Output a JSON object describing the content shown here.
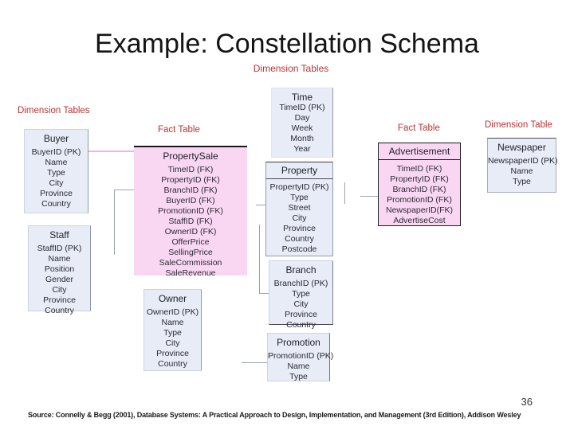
{
  "slide": {
    "title": "Example: Constellation Schema",
    "page_number": "36",
    "source": "Source: Connelly & Begg (2001), Database Systems: A Practical Approach to Design, Implementation, and Management (3rd Edition), Addison Wesley"
  },
  "labels": {
    "dimension_tables_top": "Dimension Tables",
    "dimension_tables_left": "Dimension Tables",
    "fact_table_left": "Fact Table",
    "fact_table_right": "Fact Table",
    "dimension_table_right": "Dimension Table"
  },
  "colors": {
    "dimension_fill": "#e7ecf6",
    "fact_fill": "#f9d7f3",
    "label_red": "#bb3333"
  },
  "tables": [
    {
      "id": "buyer",
      "kind": "dimension",
      "title": "Buyer",
      "fields": [
        "BuyerID (PK)",
        "Name",
        "Type",
        "City",
        "Province",
        "Country"
      ]
    },
    {
      "id": "staff",
      "kind": "dimension",
      "title": "Staff",
      "fields": [
        "StaffID (PK)",
        "Name",
        "Position",
        "Gender",
        "City",
        "Province",
        "Country"
      ]
    },
    {
      "id": "property_sale",
      "kind": "fact",
      "title": "PropertySale",
      "fields": [
        "TimeID (FK)",
        "PropertyID (FK)",
        "BranchID (FK)",
        "BuyerID (FK)",
        "PromotionID (FK)",
        "StaffID (FK)",
        "OwnerID (FK)",
        "OfferPrice",
        "SellingPrice",
        "SaleCommission",
        "SaleRevenue"
      ]
    },
    {
      "id": "owner",
      "kind": "dimension",
      "title": "Owner",
      "fields": [
        "OwnerID (PK)",
        "Name",
        "Type",
        "City",
        "Province",
        "Country"
      ]
    },
    {
      "id": "time",
      "kind": "dimension",
      "title": "Time",
      "fields": [
        "TimeID (PK)",
        "Day",
        "Week",
        "Month",
        "Year"
      ]
    },
    {
      "id": "property",
      "kind": "dimension",
      "title": "Property",
      "fields": [
        "PropertyID (PK)",
        "Type",
        "Street",
        "City",
        "Province",
        "Country",
        "Postcode"
      ]
    },
    {
      "id": "branch",
      "kind": "dimension",
      "title": "Branch",
      "fields": [
        "BranchID (PK)",
        "Type",
        "City",
        "Province",
        "Country"
      ]
    },
    {
      "id": "promotion",
      "kind": "dimension",
      "title": "Promotion",
      "fields": [
        "PromotionID (PK)",
        "Name",
        "Type"
      ]
    },
    {
      "id": "advertisement",
      "kind": "fact",
      "title": "Advertisement",
      "fields": [
        "TimeID (FK)",
        "PropertyID (FK)",
        "BranchID (FK)",
        "PromotionID (FK)",
        "NewspaperID(FK)",
        "AdvertiseCost"
      ]
    },
    {
      "id": "newspaper",
      "kind": "dimension",
      "title": "Newspaper",
      "fields": [
        "NewspaperID (PK)",
        "Name",
        "Type"
      ]
    }
  ]
}
